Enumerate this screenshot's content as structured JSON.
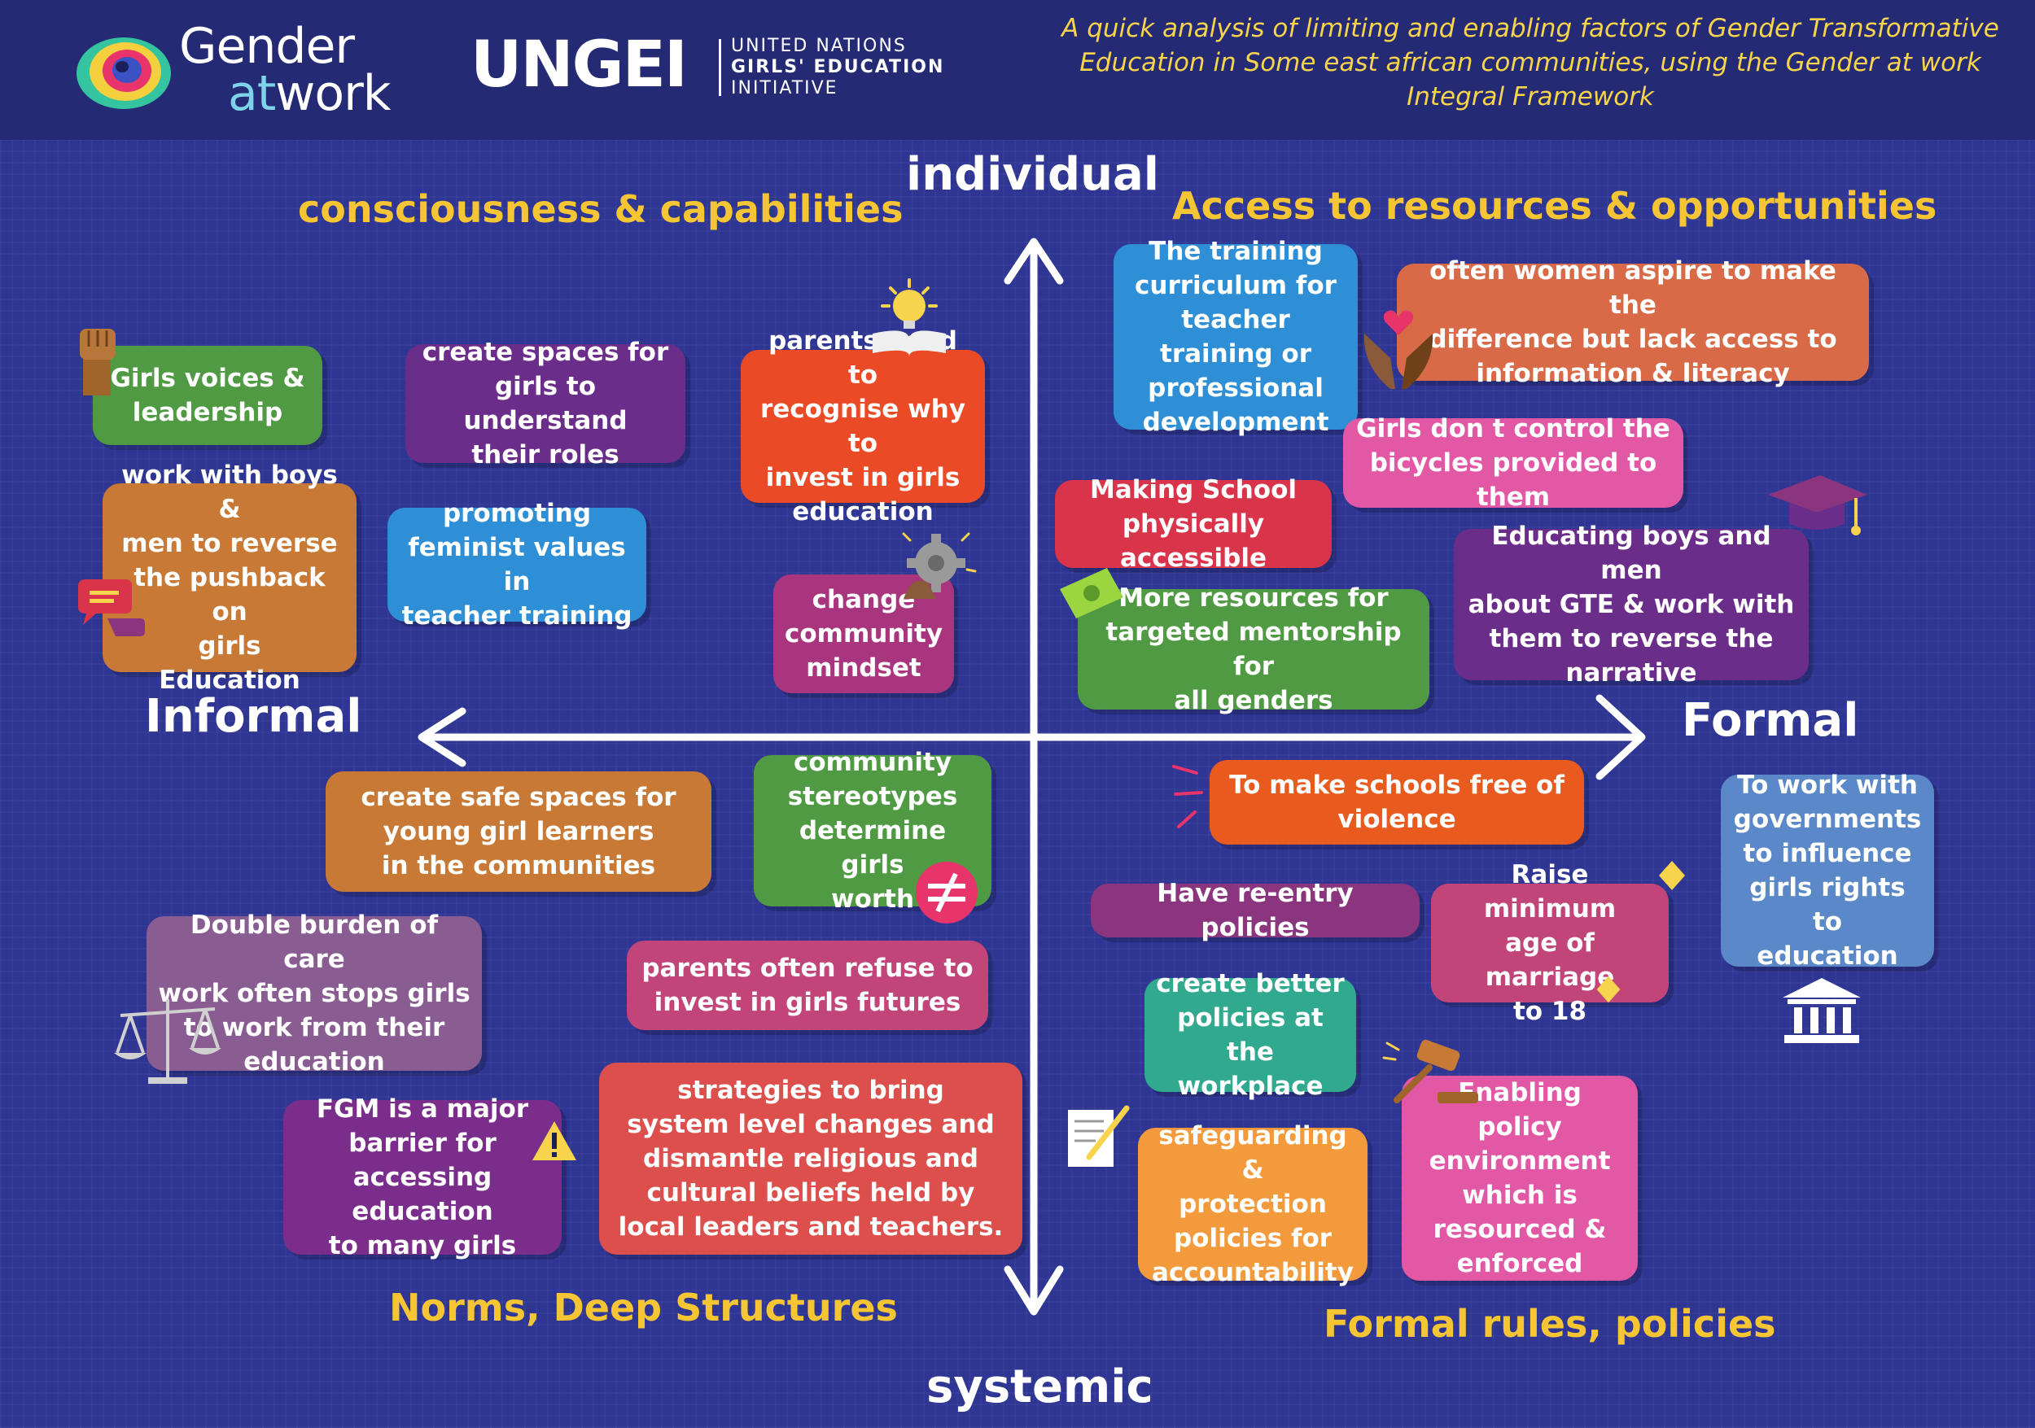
{
  "header": {
    "gaw_logo_line1": "Gender",
    "gaw_logo_at": "at",
    "gaw_logo_work": "work",
    "ungei_word": "UNGEI",
    "ungei_line1": "UNITED NATIONS",
    "ungei_line2": "GIRLS' EDUCATION",
    "ungei_line3": "INITIATIVE",
    "title": "A quick analysis of limiting and enabling factors of Gender Transformative Education in Some east african communities, using the Gender at work Integral Framework"
  },
  "axes": {
    "top": "individual",
    "bottom": "systemic",
    "left": "Informal",
    "right": "Formal"
  },
  "quadrants": {
    "top_left": "consciousness & capabilities",
    "top_right": "Access to resources & opportunities",
    "bottom_left": "Norms, Deep Structures",
    "bottom_right": "Formal rules, policies"
  },
  "notes": {
    "girls_voices": "Girls voices &\nleadership",
    "create_spaces_roles": "create spaces for\ngirls to understand\ntheir roles",
    "parents_recognise": "parents need to\nrecognise why to\ninvest in girls\neducation",
    "work_with_boys": "work with boys &\nmen to reverse\nthe pushback on\ngirls\nEducation",
    "promoting_feminist": "promoting\nfeminist values in\nteacher training",
    "change_mindset": "change\ncommunity\nmindset",
    "training_curriculum": "The training\ncurriculum for\nteacher training or\nprofessional\ndevelopment",
    "women_aspire": "often women aspire to make the\ndifference but lack access to\ninformation & literacy",
    "bicycles": "Girls don t control the\nbicycles provided to them",
    "school_accessible": "Making School\nphysically accessible",
    "educating_boys": "Educating boys and men\nabout GTE & work with\nthem to reverse the\nnarrative",
    "mentorship": "More resources for\ntargeted mentorship for\nall genders",
    "safe_spaces": "create safe spaces for\nyoung girl learners\nin the communities",
    "stereotypes": "community\nstereotypes\ndetermine girls\nworth",
    "double_burden": "Double burden of care\nwork often stops girls\nto work from their\neducation",
    "parents_refuse": "parents often refuse to\ninvest in girls futures",
    "fgm": "FGM is a major\nbarrier for\naccessing education\nto many girls",
    "strategies": "strategies to bring\nsystem level changes and\ndismantle religious and\ncultural beliefs held by\nlocal leaders and teachers.",
    "violence_free": "To make schools free of\nviolence",
    "governments": "To work with\ngovernments\nto influence\ngirls rights to\neducation",
    "reentry": "Have re-entry policies",
    "marriage_age": "Raise minimum\nage of marriage\nto 18",
    "workplace": "create better\npolicies at the\nworkplace",
    "safeguarding": "safeguarding &\nprotection\npolicies for\naccountability",
    "enabling_policy": "Enabling policy\nenvironment\nwhich is\nresourced &\nenforced"
  },
  "colors": {
    "background": "#2e3592",
    "header": "#242a74",
    "quadrant_title": "#f5c534",
    "header_title": "#f7d44b"
  }
}
